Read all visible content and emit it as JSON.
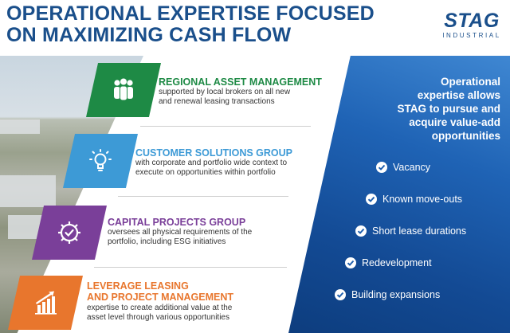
{
  "header": {
    "title_line1": "OPERATIONAL EXPERTISE FOCUSED",
    "title_line2": "ON MAXIMIZING CASH FLOW"
  },
  "logo": {
    "word": "STAG",
    "sub": "INDUSTRIAL",
    "color": "#1a4f8b"
  },
  "sections": [
    {
      "title_lines": [
        "REGIONAL ASSET MANAGEMENT"
      ],
      "desc_lines": [
        "supported by local brokers on all new",
        "and renewal leasing transactions"
      ],
      "icon": "people-group-icon",
      "color": "#1e8a45"
    },
    {
      "title_lines": [
        "CUSTOMER SOLUTIONS GROUP"
      ],
      "desc_lines": [
        "with corporate and portfolio wide context to",
        "execute on opportunities within portfolio"
      ],
      "icon": "lightbulb-icon",
      "color": "#3d9ad6"
    },
    {
      "title_lines": [
        "CAPITAL PROJECTS GROUP"
      ],
      "desc_lines": [
        "oversees all physical requirements of the",
        "portfolio, including ESG initiatives"
      ],
      "icon": "gear-check-icon",
      "color": "#7a3f99"
    },
    {
      "title_lines": [
        "LEVERAGE LEASING",
        "AND PROJECT MANAGEMENT"
      ],
      "desc_lines": [
        "expertise to create additional value at the",
        "asset level through various opportunities"
      ],
      "icon": "bar-chart-arrow-icon",
      "color": "#e8762d"
    }
  ],
  "right_panel": {
    "heading_lines": [
      "Operational",
      "expertise allows",
      "STAG to pursue and",
      "acquire value-add",
      "opportunities"
    ],
    "items": [
      "Vacancy",
      "Known move-outs",
      "Short lease durations",
      "Redevelopment",
      "Building expansions"
    ],
    "icon": "check-circle-icon"
  }
}
